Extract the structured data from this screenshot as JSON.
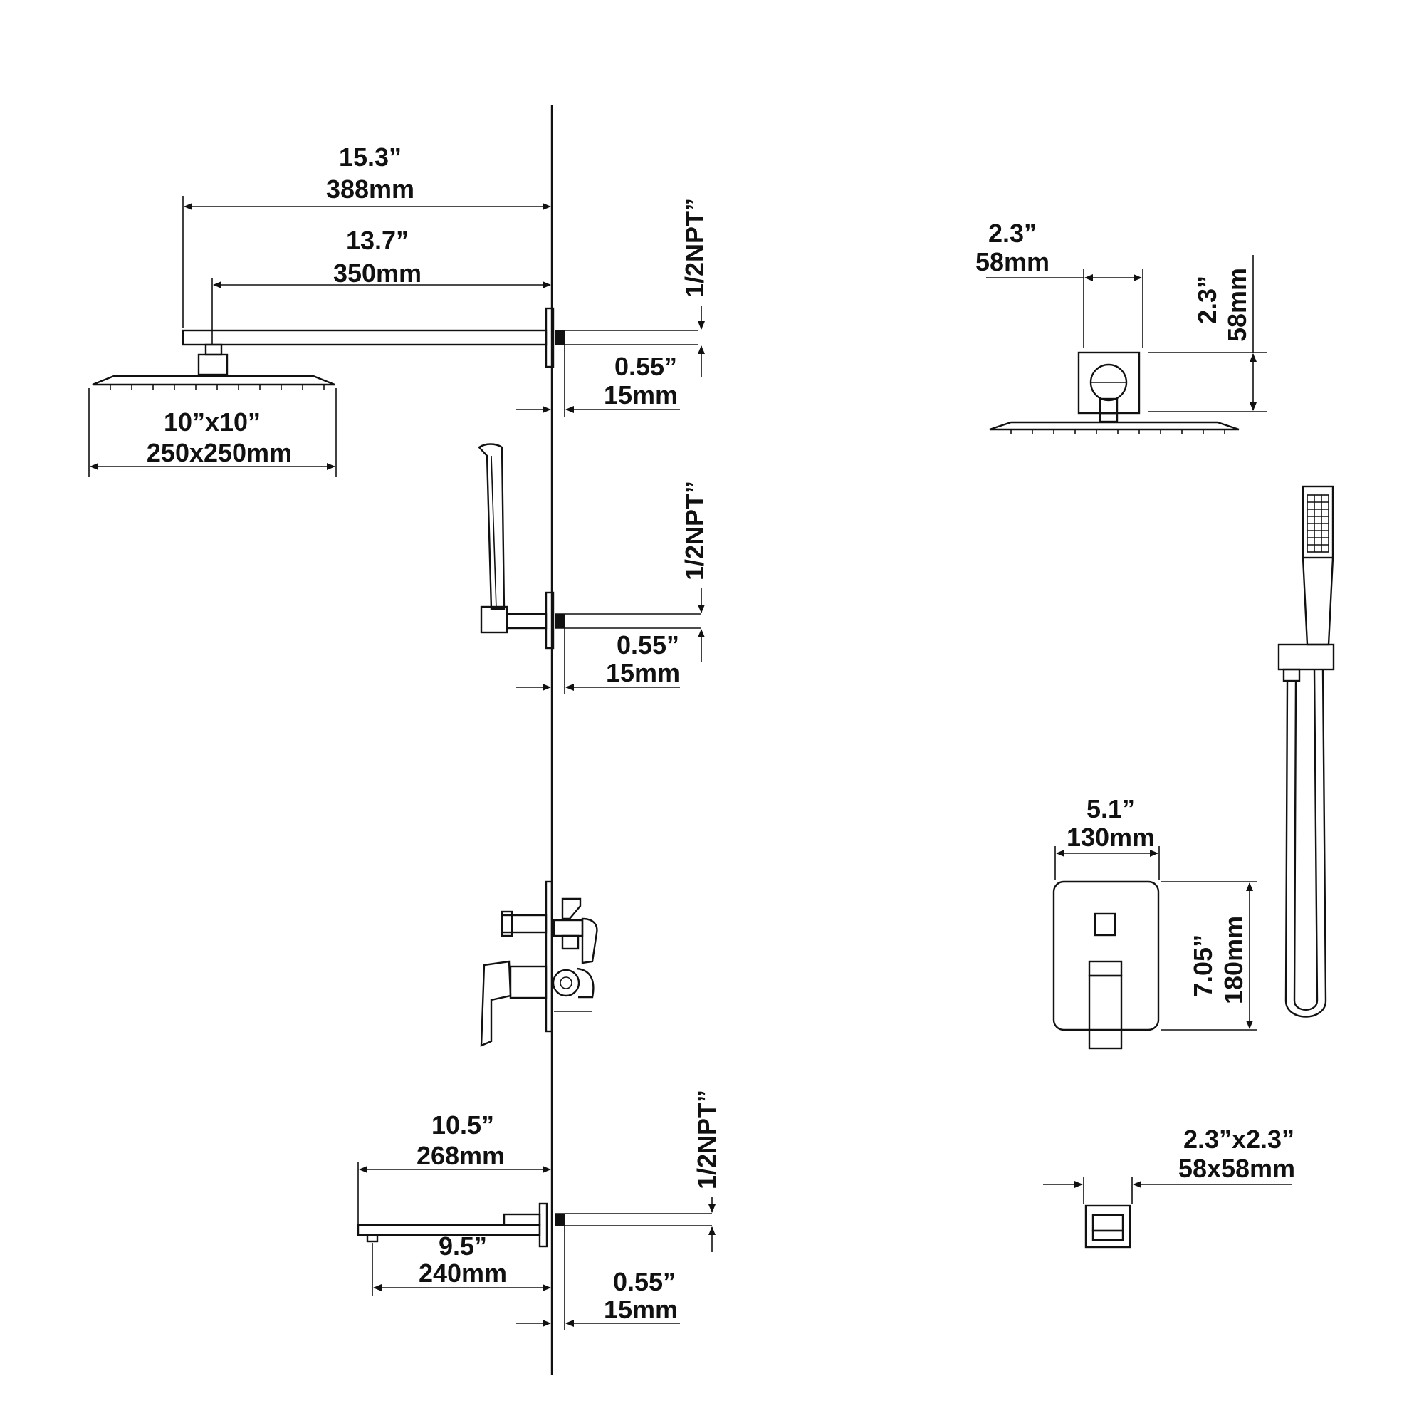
{
  "colors": {
    "ink": "#111111",
    "paper": "#ffffff"
  },
  "dims": {
    "arm_total_in": "15.3”",
    "arm_total_mm": "388mm",
    "arm_inner_in": "13.7”",
    "arm_inner_mm": "350mm",
    "head_size_in": "10”x10”",
    "head_size_mm": "250x250mm",
    "npt_top": "1/2NPT”",
    "gap_top_in": "0.55”",
    "gap_top_mm": "15mm",
    "npt_mid": "1/2NPT”",
    "gap_mid_in": "0.55”",
    "gap_mid_mm": "15mm",
    "spout_total_in": "10.5”",
    "spout_total_mm": "268mm",
    "spout_inner_in": "9.5”",
    "spout_inner_mm": "240mm",
    "npt_bottom": "1/2NPT”",
    "gap_bottom_in": "0.55”",
    "gap_bottom_mm": "15mm",
    "flange_w_in": "2.3”",
    "flange_w_mm": "58mm",
    "flange_h_in": "2.3”",
    "flange_h_mm": "58mm",
    "valve_w_in": "5.1”",
    "valve_w_mm": "130mm",
    "valve_h_in": "7.05”",
    "valve_h_mm": "180mm",
    "outlet_in": "2.3”x2.3”",
    "outlet_mm": "58x58mm"
  }
}
